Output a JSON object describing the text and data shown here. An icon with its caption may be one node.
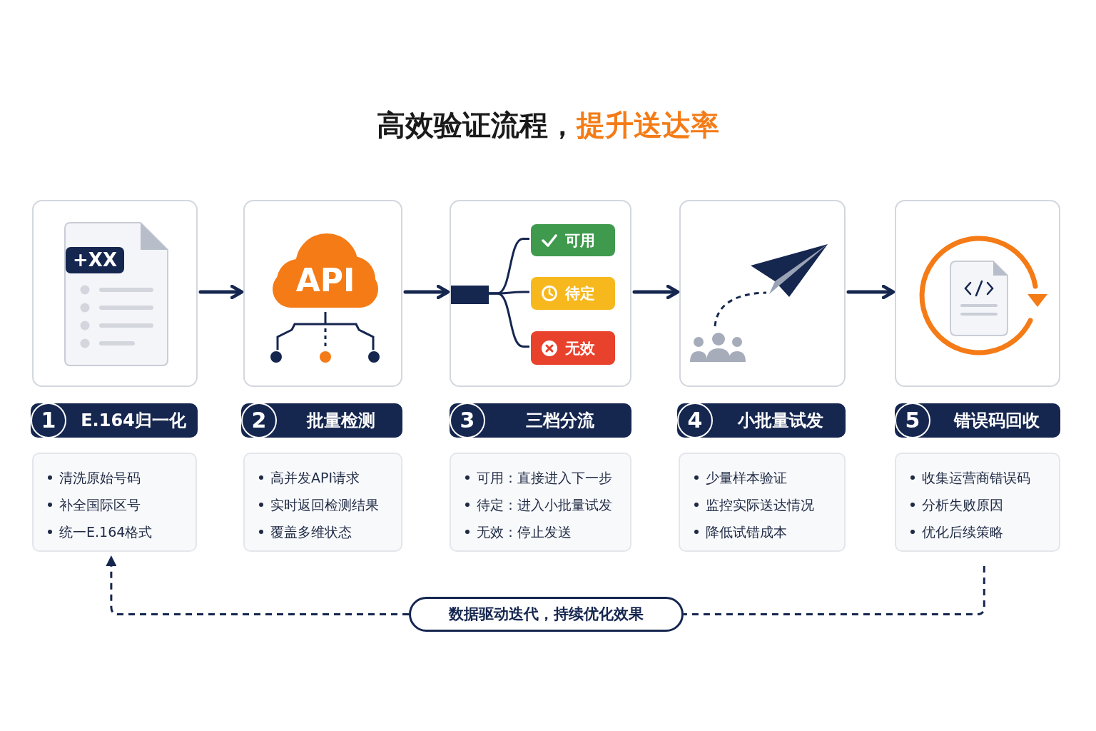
{
  "diagram": {
    "title": "高效验证流程，**提升送达率**",
    "nodes": [
      {
        "text": [],
        "shape": "box"
      },
      {
        "text": [
          "+XX"
        ],
        "in": 0
      },
      {
        "text": [
          "1",
          "E.164归一化"
        ]
      },
      {
        "text": [
          "清洗原始号码",
          "补全国际区号",
          "统一E.164格式"
        ]
      },
      {
        "text": [],
        "shape": "box"
      },
      {
        "text": [
          "API"
        ],
        "in": 4
      },
      {
        "text": [
          "2",
          "批量检测"
        ]
      },
      {
        "text": [
          "高并发API请求",
          "实时返回检测结果",
          "覆盖多维状态"
        ]
      },
      {
        "text": [],
        "shape": "box"
      },
      {
        "text": [],
        "shape": "bar",
        "in": 8
      },
      {
        "text": [
          "可用"
        ],
        "in": 8
      },
      {
        "text": [
          "待定"
        ],
        "in": 8
      },
      {
        "text": [
          "无效"
        ],
        "in": 8
      },
      {
        "text": [
          "3",
          "三档分流"
        ]
      },
      {
        "text": [
          "可用：直接进入下一步",
          "待定：进入小批量试发",
          "无效：停止发送"
        ]
      },
      {
        "text": [],
        "shape": "box"
      },
      {
        "text": [
          "4",
          "小批量试发"
        ]
      },
      {
        "text": [
          "少量样本验证",
          "监控实际送达情况",
          "降低试错成本"
        ]
      },
      {
        "text": [],
        "shape": "box"
      },
      {
        "text": [
          "5",
          "错误码回收"
        ]
      },
      {
        "text": [
          "收集运营商错误码",
          "分析失败原因",
          "优化后续策略"
        ]
      },
      {
        "text": [
          "数据驱动迭代，持续优化效果"
        ]
      }
    ],
    "edges": [
      {
        "from": 0,
        "to": 4,
        "arrow": "to"
      },
      {
        "from": 4,
        "to": 8,
        "arrow": "to"
      },
      {
        "from": 8,
        "to": 15,
        "arrow": "to"
      },
      {
        "from": 15,
        "to": 18,
        "arrow": "to"
      },
      {
        "from": 9,
        "to": 10,
        "arrow": "none"
      },
      {
        "from": 9,
        "to": 11,
        "arrow": "none"
      },
      {
        "from": 9,
        "to": 12,
        "arrow": "none"
      },
      {
        "from": 20,
        "to": 21,
        "arrow": "none",
        "style": "dashed"
      },
      {
        "from": 21,
        "to": 3,
        "arrow": "to",
        "style": "dashed"
      }
    ]
  }
}
